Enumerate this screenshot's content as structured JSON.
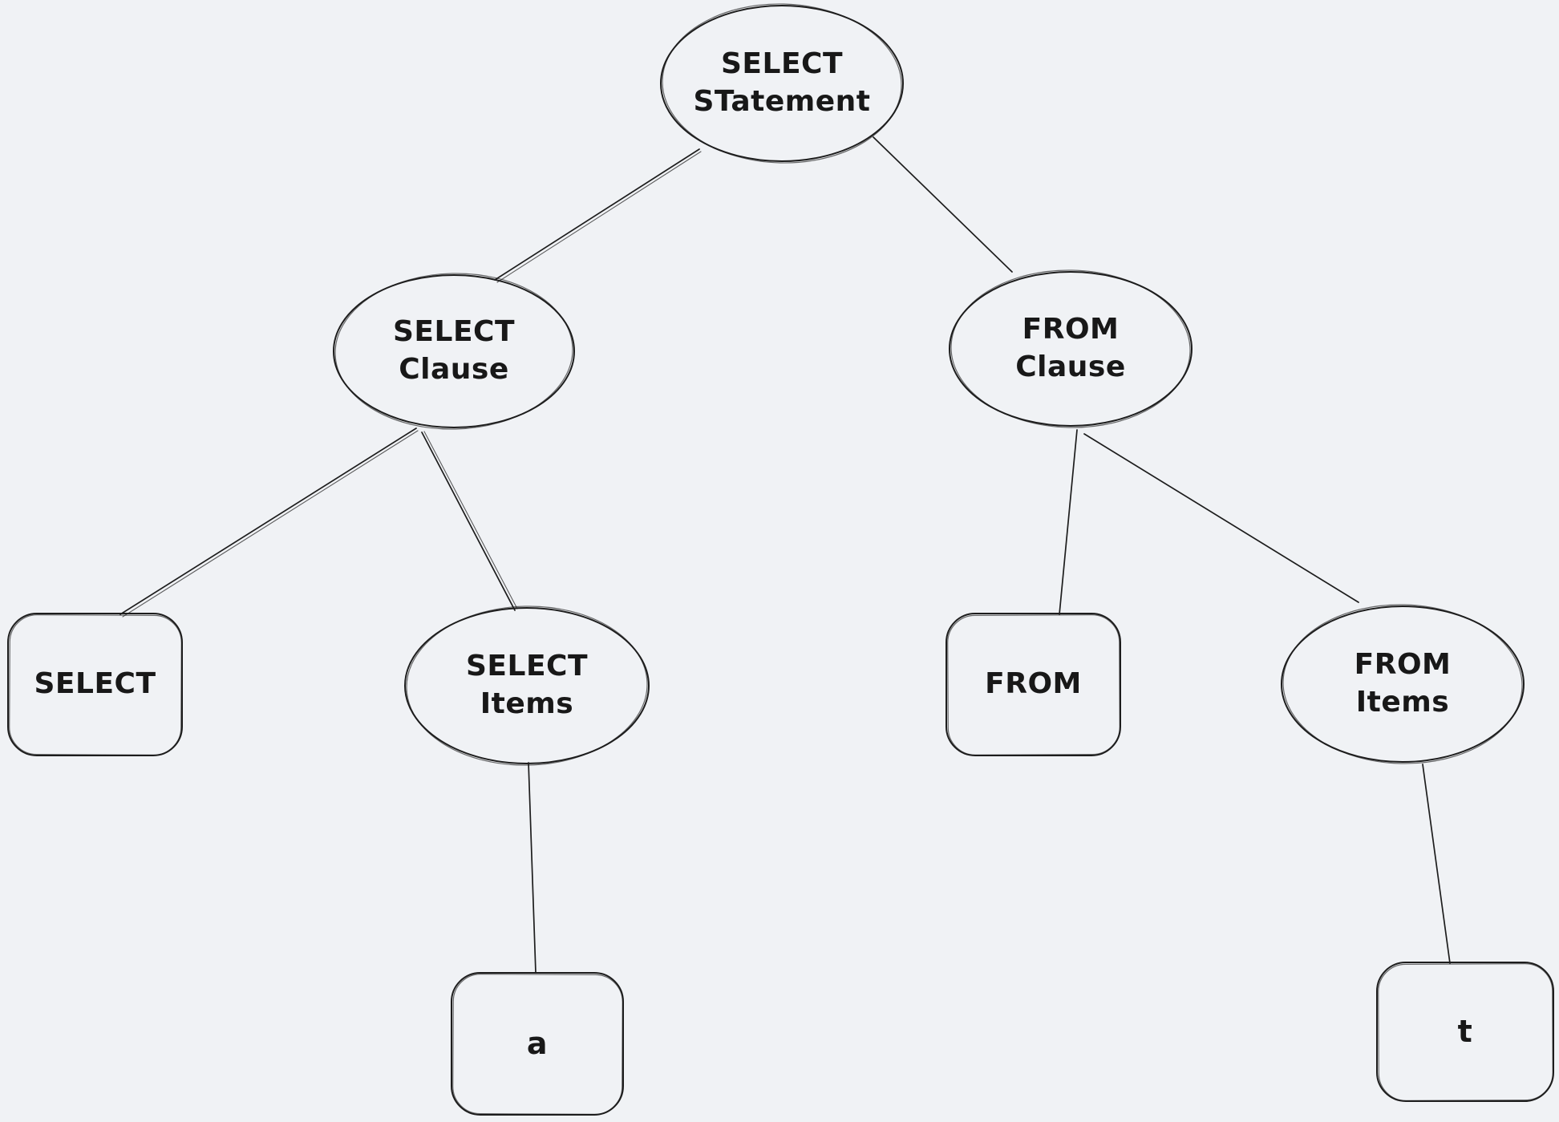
{
  "canvas": {
    "background_color": "#f0f2f5",
    "stroke_color": "#1d1d1d",
    "text_color": "#181818"
  },
  "diagram": {
    "type": "tree",
    "style": "hand-drawn whiteboard sketch",
    "nodes": [
      {
        "id": "select-statement",
        "shape": "ellipse",
        "label": "SELECT\nSTatement"
      },
      {
        "id": "select-clause",
        "shape": "ellipse",
        "label": "SELECT\nClause"
      },
      {
        "id": "from-clause",
        "shape": "ellipse",
        "label": "FROM\nClause"
      },
      {
        "id": "select-keyword",
        "shape": "rectangle",
        "label": "SELECT"
      },
      {
        "id": "select-items",
        "shape": "ellipse",
        "label": "SELECT\nItems"
      },
      {
        "id": "from-keyword",
        "shape": "rectangle",
        "label": "FROM"
      },
      {
        "id": "from-items",
        "shape": "ellipse",
        "label": "FROM\nItems"
      },
      {
        "id": "item-a",
        "shape": "rectangle",
        "label": "a"
      },
      {
        "id": "item-t",
        "shape": "rectangle",
        "label": "t"
      }
    ],
    "edges": [
      {
        "from": "select-statement",
        "to": "select-clause"
      },
      {
        "from": "select-statement",
        "to": "from-clause"
      },
      {
        "from": "select-clause",
        "to": "select-keyword"
      },
      {
        "from": "select-clause",
        "to": "select-items"
      },
      {
        "from": "select-items",
        "to": "item-a"
      },
      {
        "from": "from-clause",
        "to": "from-keyword"
      },
      {
        "from": "from-clause",
        "to": "from-items"
      },
      {
        "from": "from-items",
        "to": "item-t"
      }
    ]
  }
}
